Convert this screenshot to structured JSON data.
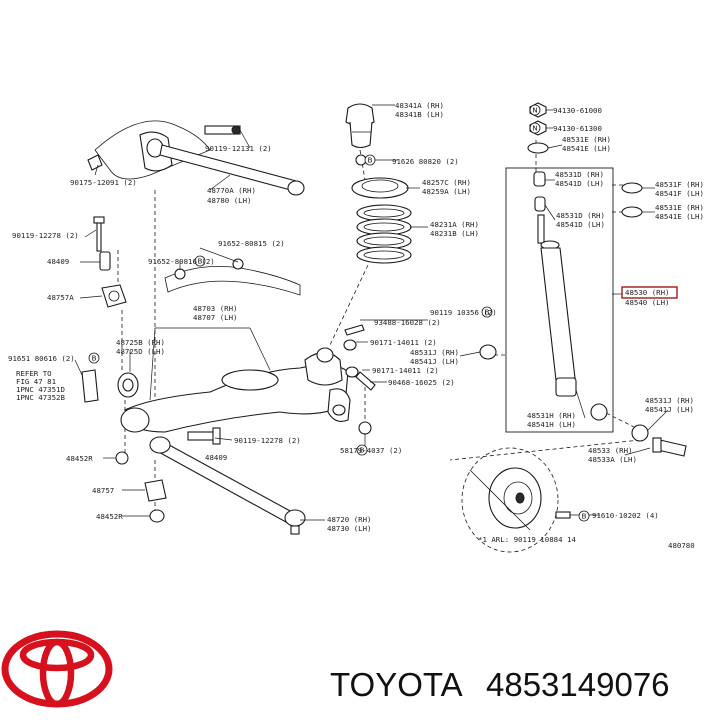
{
  "brand": {
    "name": "TOYOTA",
    "part_number": "4853149076",
    "logo_color": "#d6111d",
    "highlight_color": "#9e1b1b"
  },
  "diagram": {
    "figure_code": "480780",
    "footnote": "*1 ARL: 90119 10884 14",
    "refer_note": [
      "REFER TO",
      "FIG 47 81",
      "1PNC 47351D",
      "1PNC 47352B"
    ],
    "badge_letters": {
      "n": "N",
      "b": "B"
    },
    "labels": {
      "l94130a": "94130-61000",
      "l94130b": "94130-61300",
      "l48531e": "48531E (RH)",
      "l48541e": "48541E (LH)",
      "l48341a": "48341A (RH)",
      "l48341b": "48341B (LH)",
      "l91626": "91626 80820 (2)",
      "l48257c": "48257C (RH)",
      "l48259a": "48259A (LH)",
      "l48231a": "48231A (RH)",
      "l48231b": "48231B (LH)",
      "l48531d": "48531D (RH)",
      "l48541d": "48541D (LH)",
      "l48531d2": "48531D (RH)",
      "l48541d2": "48541D (LH)",
      "l48531f": "48531F (RH)",
      "l48541f": "48541F (LH)",
      "l48531e2": "48531E (RH)",
      "l48541e2": "48541E (LH)",
      "l48530": "48530 (RH)",
      "l48540": "48540 (LH)",
      "l90119a": "90119-12131 (2)",
      "l90175": "90175-12091 (2)",
      "l48770a": "48770A (RH)",
      "l48780": "48780 (LH)",
      "l90119b": "90119-12278 (2)",
      "l48409a": "48409",
      "l48757a": "48757A",
      "l91652": "91652-80815 (2)",
      "l91652b": "91652-80816 (2)",
      "l48703": "48703 (RH)",
      "l48707": "48707 (LH)",
      "l91651": "91651 80616 (2)",
      "l48725b": "48725B (RH)",
      "l48725d": "48725D (LH)",
      "l90119c": "90119 10356 (2)",
      "l93488": "93488-16028 (2)",
      "l90171a": "90171-14011 (2)",
      "l48531j": "48531J (RH)",
      "l48541j": "48541J (LH)",
      "l90171b": "90171-14011 (2)",
      "l90468": "90468-16025 (2)",
      "l48531h": "48531H (RH)",
      "l48541h": "48541H (LH)",
      "l48531j2": "48531J (RH)",
      "l48541j2": "48541J (LH)",
      "l48452a": "48452R",
      "l90119d": "90119-12278 (2)",
      "l48409b": "48409",
      "l58179": "58179-4037 (2)",
      "l48533": "48533 (RH)",
      "l48533a": "48533A (LH)",
      "l48757b": "48757",
      "l48452b": "48452R",
      "l48720": "48720 (RH)",
      "l48730": "48730 (LH)",
      "l91610": "91610-10202 (4)"
    }
  }
}
